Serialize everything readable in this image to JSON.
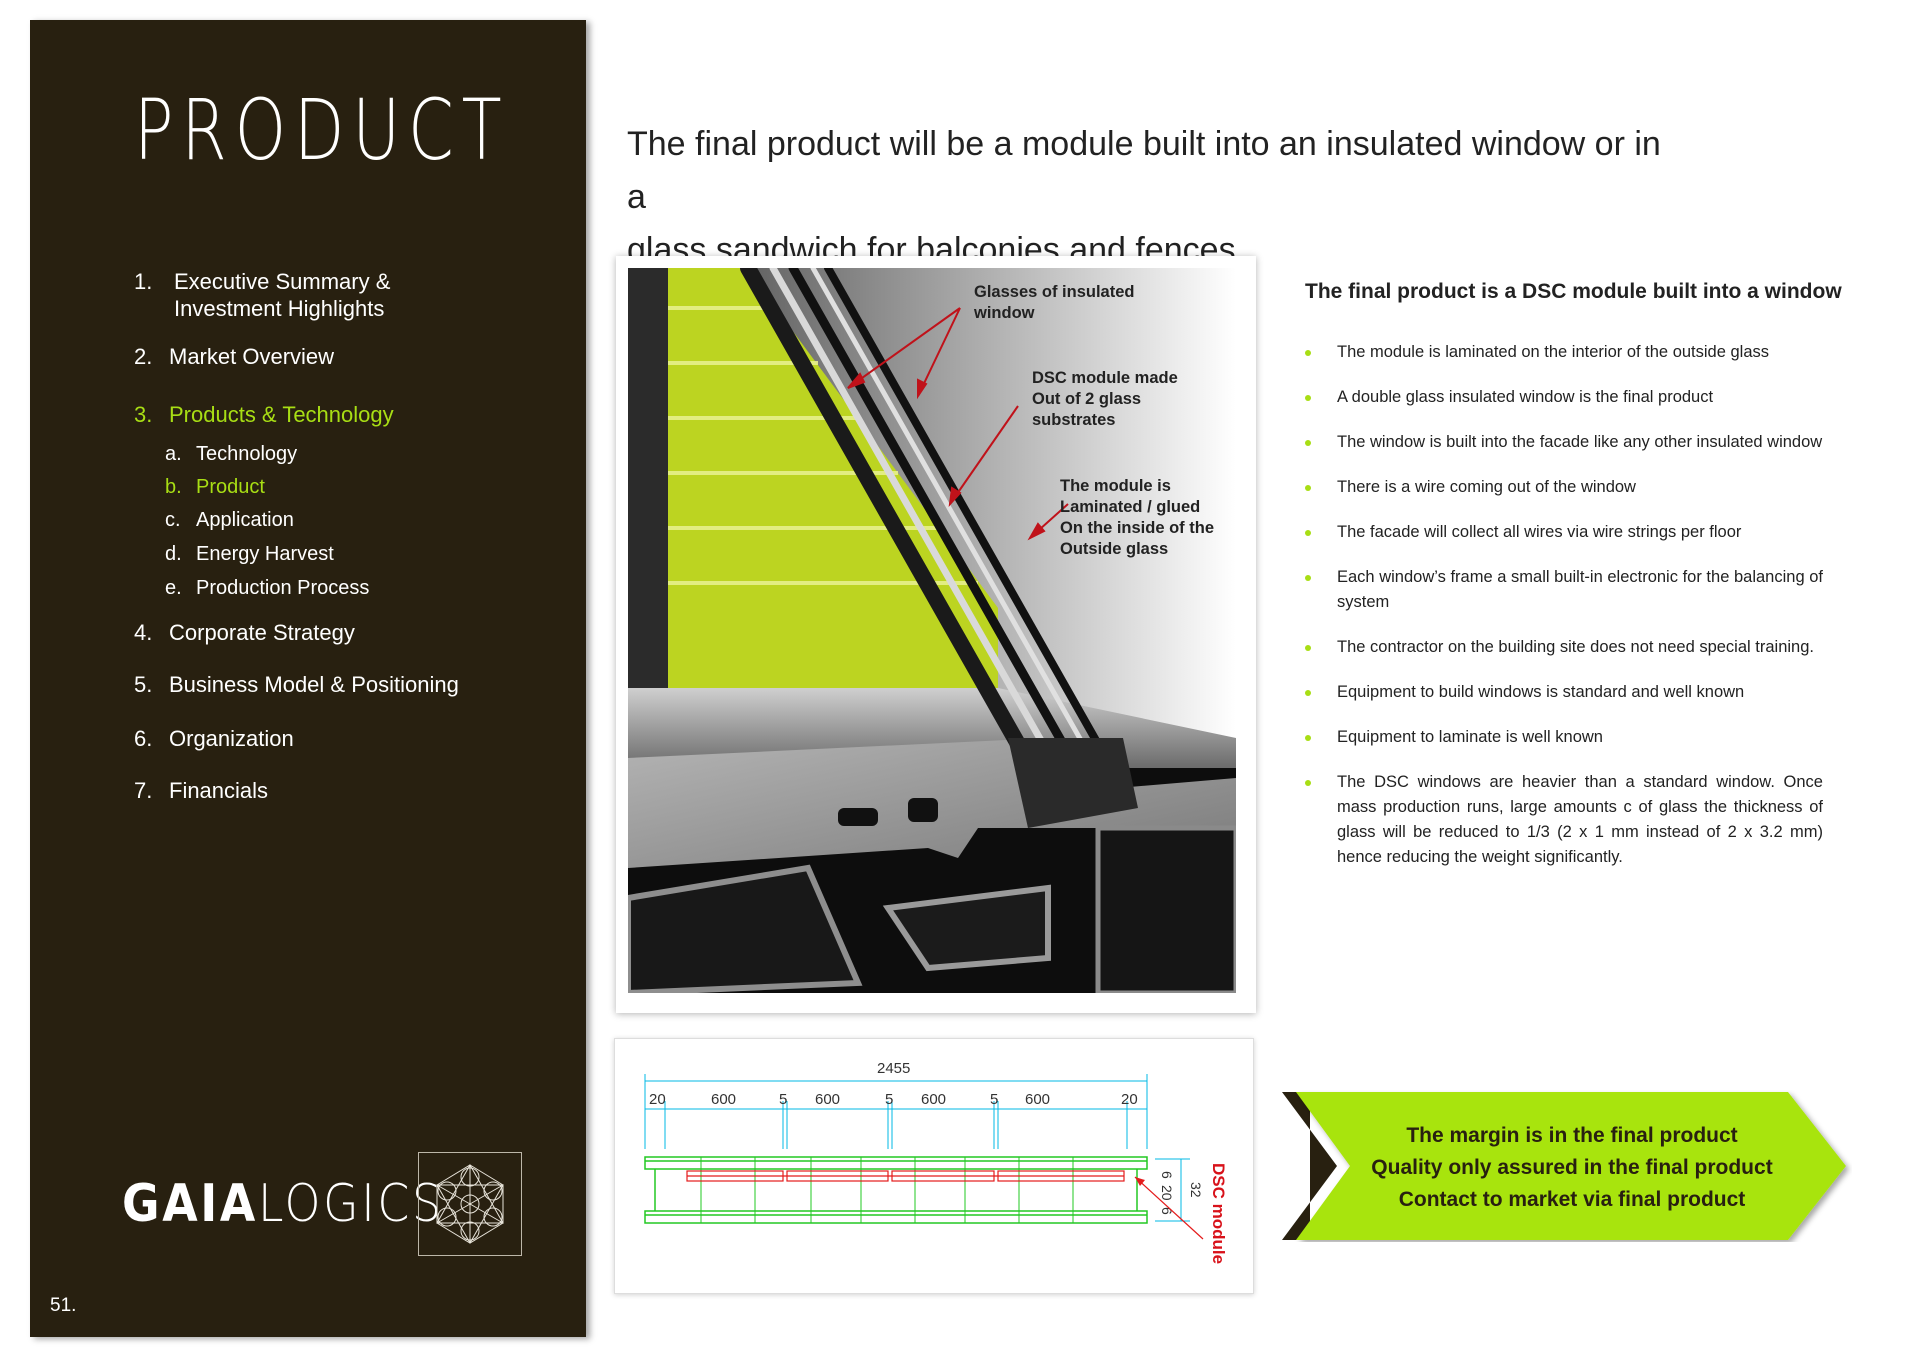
{
  "sidebar": {
    "title": "PRODUCT",
    "toc": [
      {
        "num": "1.",
        "label": "Executive Summary &",
        "label2": "Investment Highlights"
      },
      {
        "num": "2.",
        "label": "Market Overview"
      },
      {
        "num": "3.",
        "label": "Products & Technology",
        "active": true
      },
      {
        "num": "4.",
        "label": "Corporate Strategy"
      },
      {
        "num": "5.",
        "label": "Business Model & Positioning"
      },
      {
        "num": "6.",
        "label": "Organization"
      },
      {
        "num": "7.",
        "label": "Financials"
      }
    ],
    "subitems": [
      {
        "num": "a.",
        "label": "Technology"
      },
      {
        "num": "b.",
        "label": "Product",
        "active": true
      },
      {
        "num": "c.",
        "label": "Application"
      },
      {
        "num": "d.",
        "label": "Energy Harvest"
      },
      {
        "num": "e.",
        "label": "Production Process"
      }
    ],
    "brand": {
      "bold": "GAIA",
      "light": "LOGICS"
    },
    "page_number": "51.",
    "colors": {
      "background": "#282010",
      "active": "#a8de14",
      "text": "#ffffff"
    }
  },
  "headline": {
    "line1": "The final product will be a module built into an insulated window or in a",
    "line2": "glass sandwich for balconies and fences"
  },
  "photo": {
    "callouts": {
      "glasses": [
        "Glasses of insulated",
        "window"
      ],
      "dsc": [
        "DSC module made",
        "Out of 2 glass",
        "substrates"
      ],
      "laminated": [
        "The module is",
        "Laminated / glued",
        "On the inside of the",
        "Outside glass"
      ]
    }
  },
  "right": {
    "heading": "The final product is a DSC module built into a window",
    "bullets": [
      "The module is laminated on the interior of the outside glass",
      "A double glass insulated window is the final product",
      "The window is built into the facade like any other insulated window",
      "There is a wire coming out of the window",
      "The facade will collect all wires via wire strings per floor",
      "Each window’s frame a small built-in electronic for the balancing of system",
      "The contractor on the building site does not need special training.",
      "Equipment to build windows is standard and well known",
      "Equipment to laminate is well known",
      "The DSC windows are  heavier than a standard window. Once mass production runs, large amounts c of glass the thickness of glass will be reduced to 1/3 (2 x 1 mm instead of 2 x 3.2 mm) hence reducing the weight significantly."
    ]
  },
  "drawing": {
    "total": "2455",
    "segments": [
      "20",
      "600",
      "5",
      "600",
      "5",
      "600",
      "5",
      "600",
      "20"
    ],
    "side_dims": [
      "6",
      "20",
      "6",
      "32"
    ],
    "module_label": "DSC module"
  },
  "arrow_box": {
    "lines": [
      "The margin is in the final product",
      "Quality only assured in the final product",
      "Contact to market via final product"
    ],
    "colors": {
      "fill": "#a8e40a",
      "chevron": "#282010"
    }
  }
}
